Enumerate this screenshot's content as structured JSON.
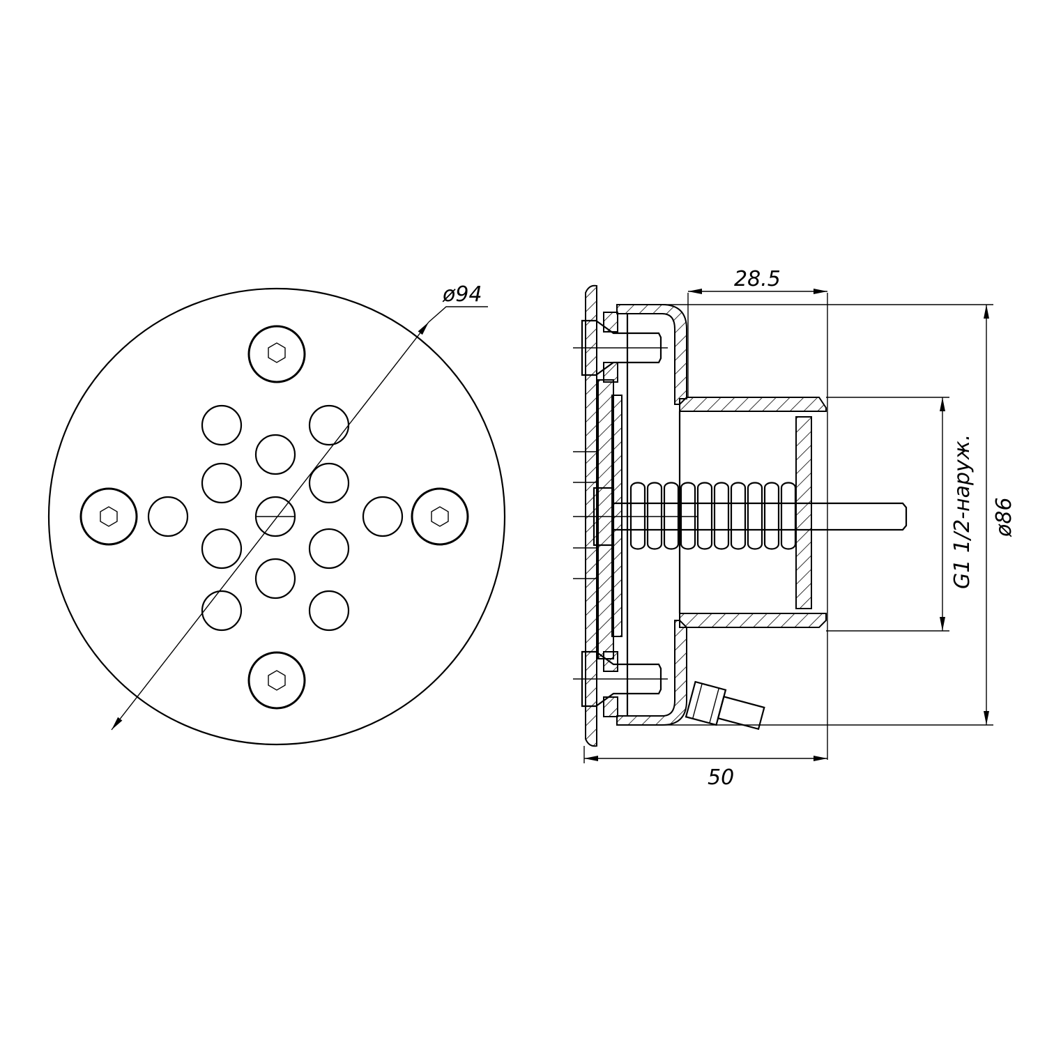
{
  "front_view": {
    "diameter_label": "ø94"
  },
  "side_view": {
    "depth_label": "28.5",
    "length_label": "50",
    "diameter_label": "ø86",
    "thread_label": "G1 1/2-наруж."
  }
}
